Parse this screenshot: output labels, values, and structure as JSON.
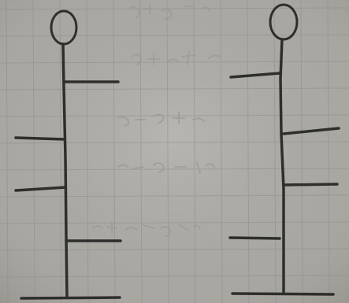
{
  "colors": {
    "paper": "#a9a7a2",
    "paper_light": "#b8b6b1",
    "grid_line": "#8f8d88",
    "ink": "#2e2f2c",
    "faint_pencil": "#9b9993"
  },
  "figures": [
    {
      "name": "left-figure",
      "rungs": [
        {
          "side": "right"
        },
        {
          "side": "left"
        },
        {
          "side": "left"
        },
        {
          "side": "right"
        }
      ]
    },
    {
      "name": "right-figure",
      "rungs": [
        {
          "side": "left"
        },
        {
          "side": "right"
        },
        {
          "side": "right"
        },
        {
          "side": "left"
        }
      ]
    }
  ]
}
